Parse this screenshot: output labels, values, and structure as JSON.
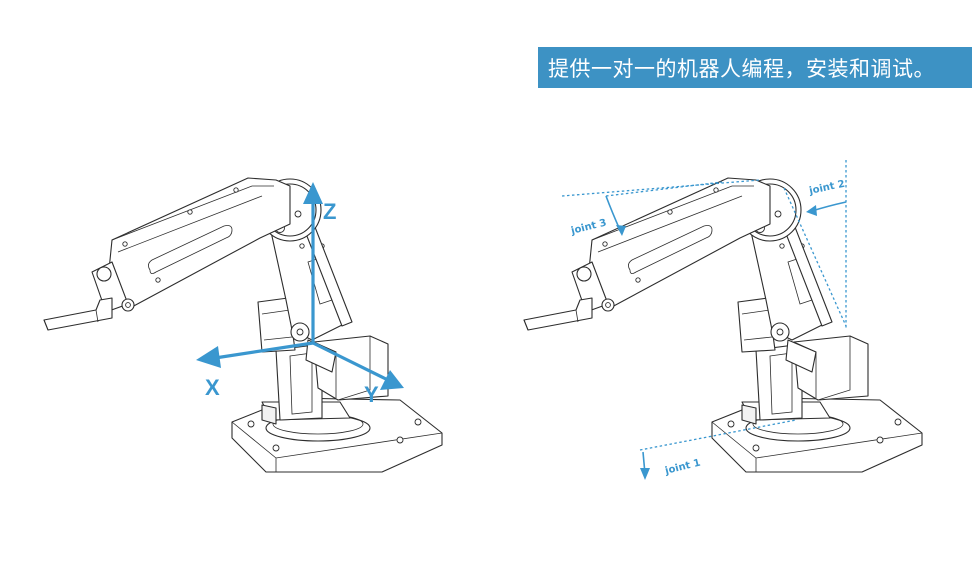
{
  "banner": {
    "text": "提供一对一的机器人编程，安装和调试。"
  },
  "left_figure": {
    "axes": [
      {
        "id": "x",
        "label": "X"
      },
      {
        "id": "y",
        "label": "Y"
      },
      {
        "id": "z",
        "label": "Z"
      }
    ]
  },
  "right_figure": {
    "joints": [
      {
        "id": "joint1",
        "label": "joint 1"
      },
      {
        "id": "joint2",
        "label": "joint 2"
      },
      {
        "id": "joint3",
        "label": "joint 3"
      }
    ]
  },
  "colors": {
    "accent": "#3a97cf",
    "banner_bg": "#3d92c4",
    "line": "#2d2d2d"
  }
}
